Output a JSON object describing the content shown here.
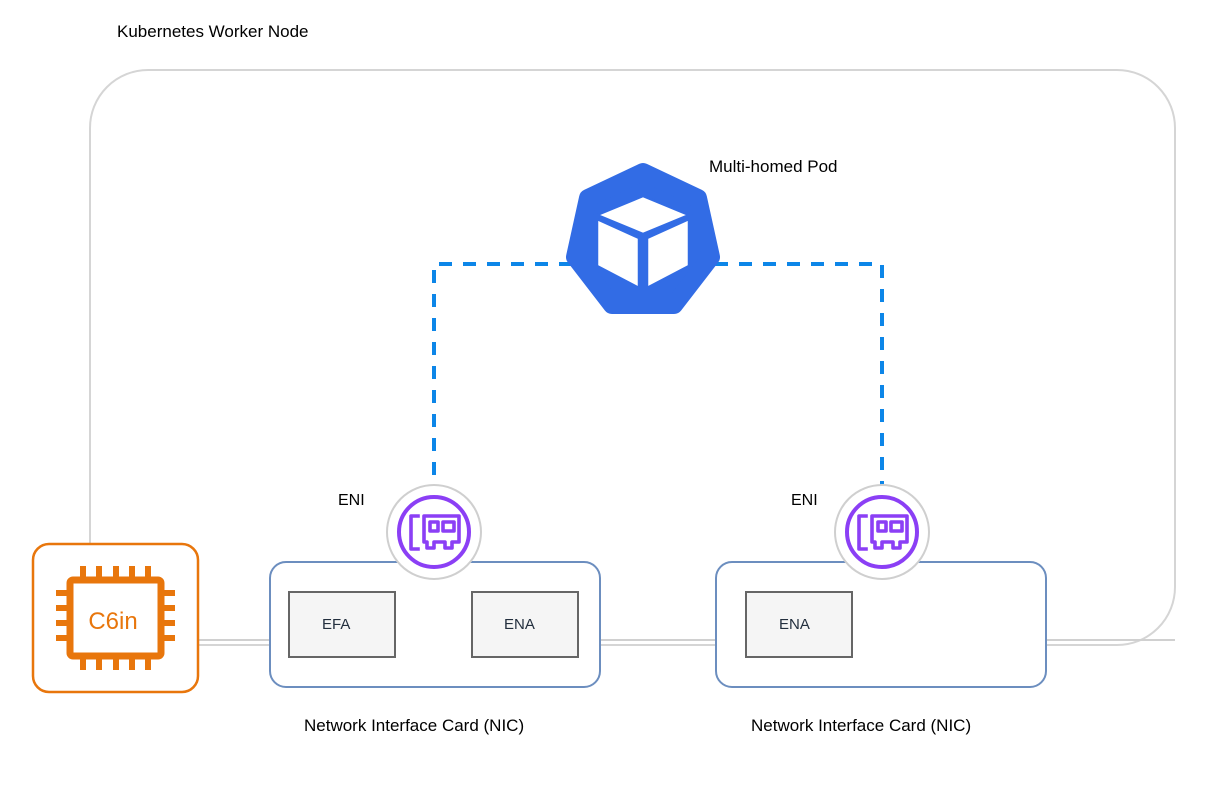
{
  "diagram": {
    "title": "Kubernetes Worker Node",
    "type": "architecture-diagram",
    "background": "#ffffff"
  },
  "node": {
    "label": "Kubernetes Worker Node",
    "border_color": "#d5d5d5"
  },
  "pod": {
    "label": "Multi-homed Pod",
    "icon": "kubernetes-logo",
    "logo_color": "#326ce5",
    "cube_color": "#ffffff"
  },
  "links": {
    "pod_to_eni_color": "#0d86e8",
    "pod_to_eni_style": "dashed",
    "bus_color": "#d0d0d0",
    "bus_style": "solid"
  },
  "instance": {
    "label": "C6in",
    "icon": "cpu-chip-icon",
    "accent": "#e8760c",
    "border_color": "#e8760c"
  },
  "enis": [
    {
      "label": "ENI",
      "icon": "network-card-icon",
      "icon_color": "#8b3ff5",
      "ring_color": "#cfcfcf"
    },
    {
      "label": "ENI",
      "icon": "network-card-icon",
      "icon_color": "#8b3ff5",
      "ring_color": "#cfcfcf"
    }
  ],
  "nics": [
    {
      "label": "Network Interface Card (NIC)",
      "border_color": "#6c8ebf",
      "ports": [
        {
          "label": "EFA",
          "fill": "#f5f5f5",
          "border": "#666666"
        },
        {
          "label": "ENA",
          "fill": "#f5f5f5",
          "border": "#666666"
        }
      ]
    },
    {
      "label": "Network Interface Card (NIC)",
      "border_color": "#6c8ebf",
      "ports": [
        {
          "label": "ENA",
          "fill": "#f5f5f5",
          "border": "#666666"
        }
      ]
    }
  ]
}
